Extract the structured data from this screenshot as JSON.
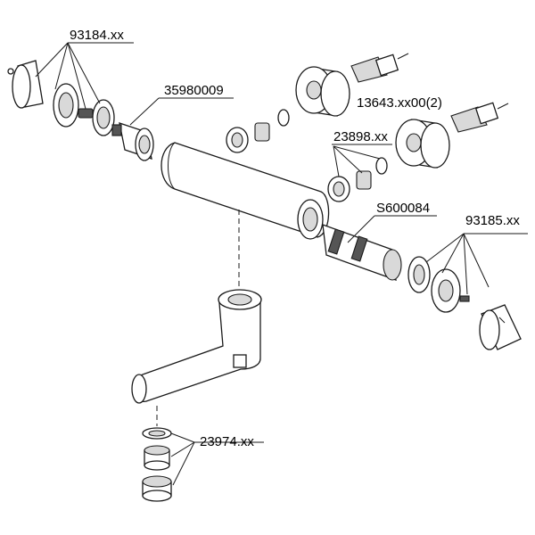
{
  "labels": {
    "trim_left": "93184.xx",
    "cartridge_left": "35980009",
    "connector": "13643.xx00(2)",
    "seal_set": "23898.xx",
    "thermo_cartridge": "S600084",
    "trim_right": "93185.xx",
    "aerator": "23974.xx"
  }
}
